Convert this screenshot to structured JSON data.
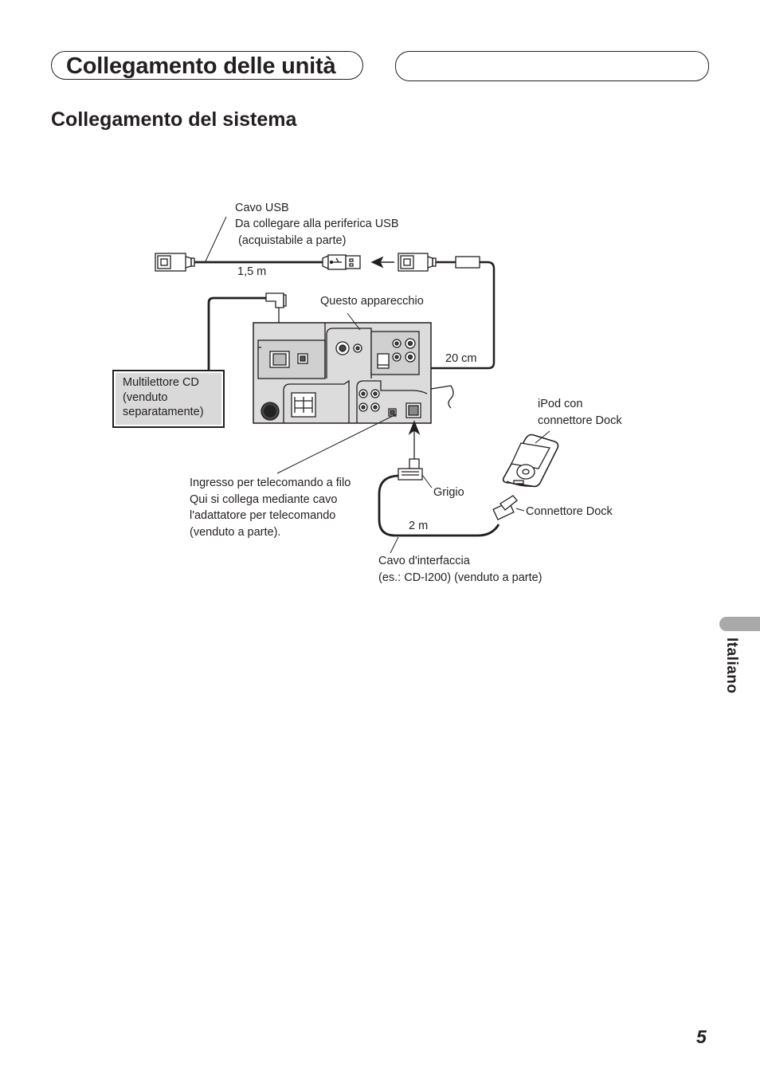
{
  "header": {
    "section_title": "Collegamento delle unità",
    "subsection_title": "Collegamento del sistema"
  },
  "diagram": {
    "usb_cable_label": "Cavo USB",
    "usb_purpose": "Da collegare alla periferica USB",
    "usb_purchase_note": "(acquistabile a parte)",
    "usb_length": "1,5 m",
    "unit_label": "Questo apparecchio",
    "usb_extension_length": "20 cm",
    "cd_changer_lines": [
      "Multilettore CD",
      "(venduto",
      "separatamente)"
    ],
    "ipod_label_lines": [
      "iPod con",
      "connettore Dock"
    ],
    "remote_input_lines": [
      "Ingresso per telecomando a filo",
      "Qui si collega mediante cavo",
      "l'adattatore per telecomando",
      "(venduto a parte)."
    ],
    "grey_connector_label": "Grigio",
    "dock_connector_label": "Connettore Dock",
    "interface_length": "2 m",
    "interface_cable_lines": [
      "Cavo d'interfaccia",
      "(es.: CD-I200) (venduto a parte)"
    ]
  },
  "sidebar": {
    "language": "Italiano"
  },
  "footer": {
    "page_number": "5"
  }
}
